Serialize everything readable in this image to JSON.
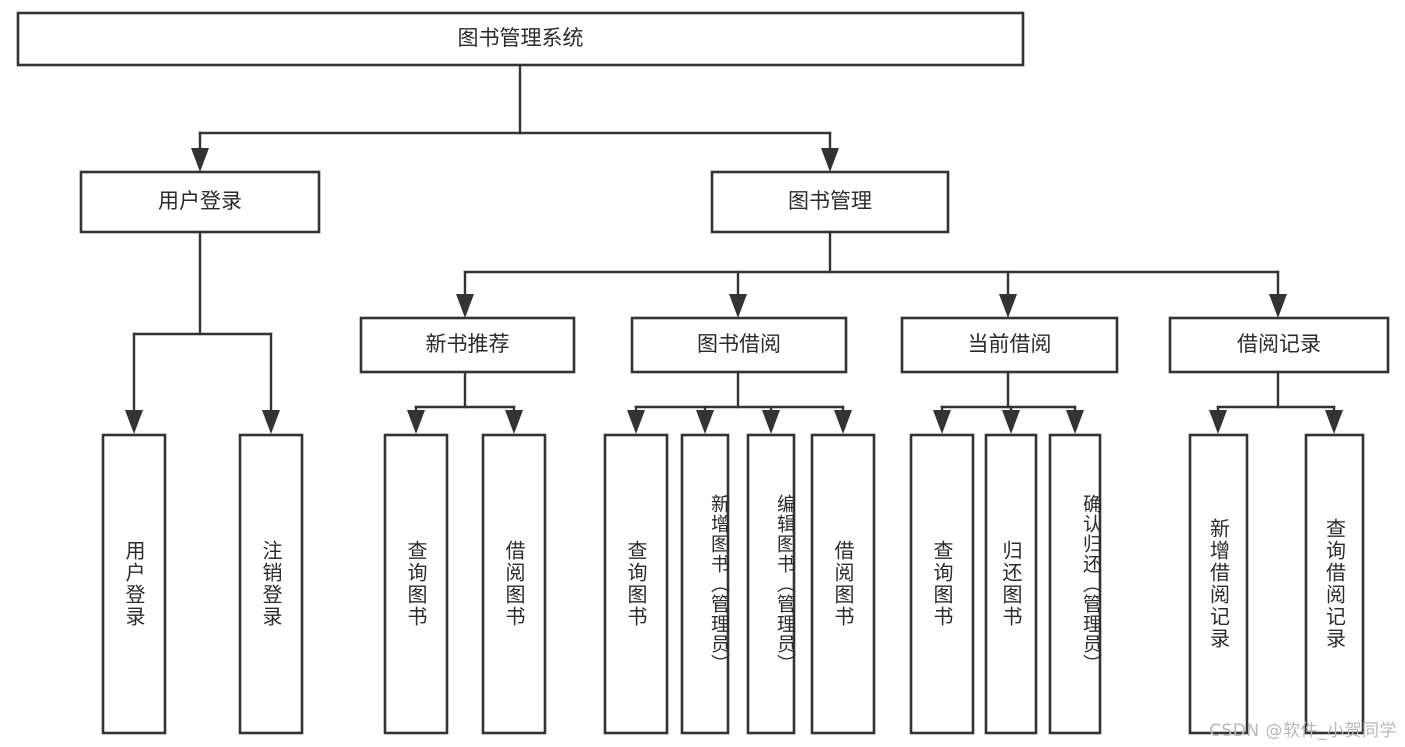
{
  "diagram": {
    "type": "tree",
    "title": "图书管理系统",
    "orientation": "top-down",
    "colors": {
      "box_stroke": "#333333",
      "box_fill": "#ffffff",
      "connector": "#333333",
      "text": "#2b2b2b",
      "watermark": "#b8b8b8",
      "background": "#ffffff"
    }
  },
  "root": {
    "label": "图书管理系统"
  },
  "level2": [
    {
      "label": "用户登录"
    },
    {
      "label": "图书管理"
    }
  ],
  "level3": [
    {
      "label": "新书推荐"
    },
    {
      "label": "图书借阅"
    },
    {
      "label": "当前借阅"
    },
    {
      "label": "借阅记录"
    }
  ],
  "leaves": {
    "user_login": [
      {
        "label": "用户登录"
      },
      {
        "label": "注销登录"
      }
    ],
    "new_book_recommend": [
      {
        "label": "查询图书"
      },
      {
        "label": "借阅图书"
      }
    ],
    "book_borrow": [
      {
        "label": "查询图书"
      },
      {
        "label": "新增图书（管理员）"
      },
      {
        "label": "编辑图书（管理员）"
      },
      {
        "label": "借阅图书"
      }
    ],
    "current_borrow": [
      {
        "label": "查询图书"
      },
      {
        "label": "归还图书"
      },
      {
        "label": "确认归还（管理员）"
      }
    ],
    "borrow_record": [
      {
        "label": "新增借阅记录"
      },
      {
        "label": "查询借阅记录"
      }
    ]
  },
  "watermark": {
    "text": "CSDN @软件_小贺同学"
  }
}
